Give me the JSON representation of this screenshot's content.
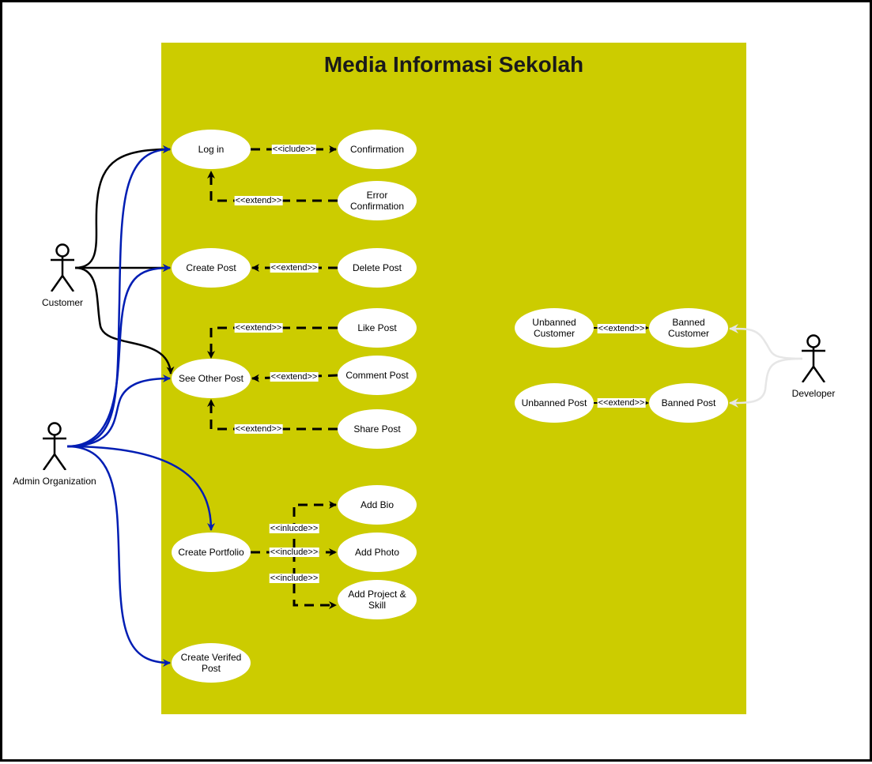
{
  "diagram": {
    "title": "Media Informasi Sekolah",
    "colors": {
      "system_boundary": "#cccc00",
      "customer_line": "#000000",
      "admin_line": "#001db3",
      "developer_line": "#e6e6e6",
      "use_case_fill": "#ffffff"
    },
    "actors": {
      "customer": "Customer",
      "admin": "Admin Organization",
      "developer": "Developer"
    },
    "use_cases": {
      "log_in": "Log in",
      "confirmation": "Confirmation",
      "error_confirmation": "Error Confirmation",
      "create_post": "Create Post",
      "delete_post": "Delete Post",
      "like_post": "Like Post",
      "see_other_post": "See Other Post",
      "comment_post": "Comment Post",
      "share_post": "Share Post",
      "add_bio": "Add Bio",
      "create_portfolio": "Create Portfolio",
      "add_photo": "Add Photo",
      "add_project_skill": "Add Project & Skill",
      "create_verified_post": "Create Verifed Post",
      "unbanned_customer": "Unbanned Customer",
      "banned_customer": "Banned Customer",
      "unbanned_post": "Unbanned Post",
      "banned_post": "Banned Post"
    },
    "relations": {
      "login_confirmation": "<<iclude>>",
      "error_login": "<<extend>>",
      "delete_create": "<<extend>>",
      "like_see": "<<extend>>",
      "comment_see": "<<extend>>",
      "share_see": "<<extend>>",
      "portfolio_bio": "<<inlucde>>",
      "portfolio_photo": "<<include>>",
      "portfolio_project": "<<include>>",
      "unbanned_banned_customer": "<<extend>>",
      "unbanned_banned_post": "<<extend>>"
    }
  }
}
